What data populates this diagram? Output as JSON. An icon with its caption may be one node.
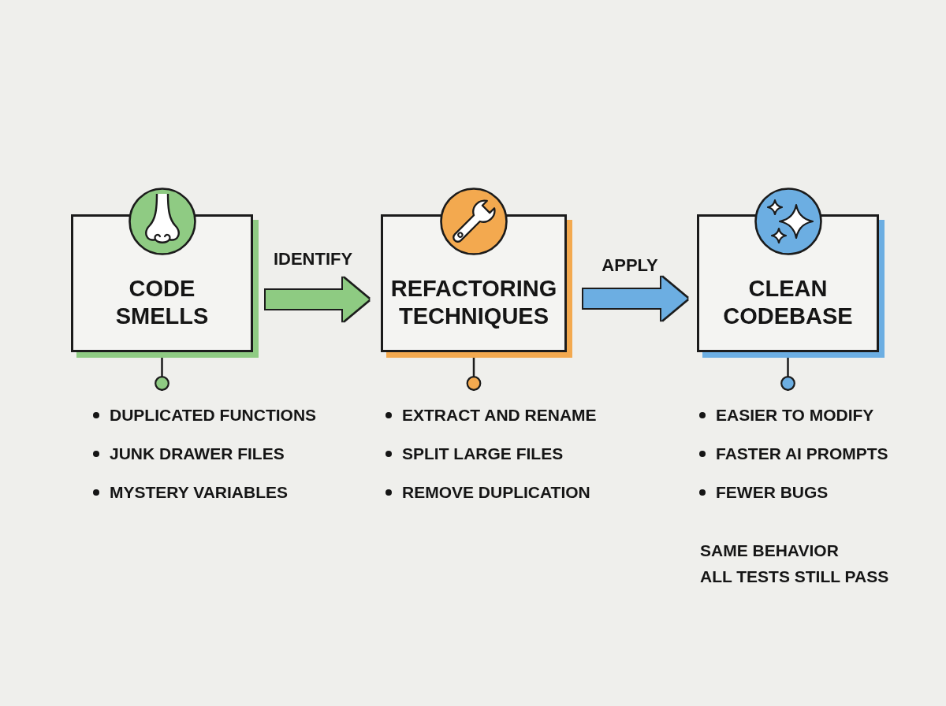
{
  "diagram": {
    "nodes": [
      {
        "text": [
          "CODE SMELLS"
        ]
      },
      {
        "text": [
          "REFACTORING TECHNIQUES"
        ]
      },
      {
        "text": [
          "CLEAN CODEBASE"
        ]
      },
      {
        "text": [
          "DUPLICATED FUNCTIONS",
          "JUNK DRAWER FILES",
          "MYSTERY VARIABLES"
        ]
      },
      {
        "text": [
          "EXTRACT AND RENAME",
          "SPLIT LARGE FILES",
          "REMOVE DUPLICATION"
        ]
      },
      {
        "text": [
          "EASIER TO MODIFY",
          "FASTER AI PROMPTS",
          "FEWER BUGS"
        ]
      }
    ],
    "edges": [
      {
        "from": 0,
        "to": 1,
        "arrow": "to",
        "label": "IDENTIFY",
        "style": "thick",
        "color": "#8ecb82"
      },
      {
        "from": 1,
        "to": 2,
        "arrow": "to",
        "label": "APPLY",
        "style": "thick",
        "color": "#6caee2"
      },
      {
        "from": 0,
        "to": 3,
        "arrow": "other"
      },
      {
        "from": 1,
        "to": 4,
        "arrow": "other"
      },
      {
        "from": 2,
        "to": 5,
        "arrow": "other"
      }
    ],
    "labels": [
      "SAME BEHAVIOR",
      "ALL TESTS STILL PASS"
    ]
  }
}
